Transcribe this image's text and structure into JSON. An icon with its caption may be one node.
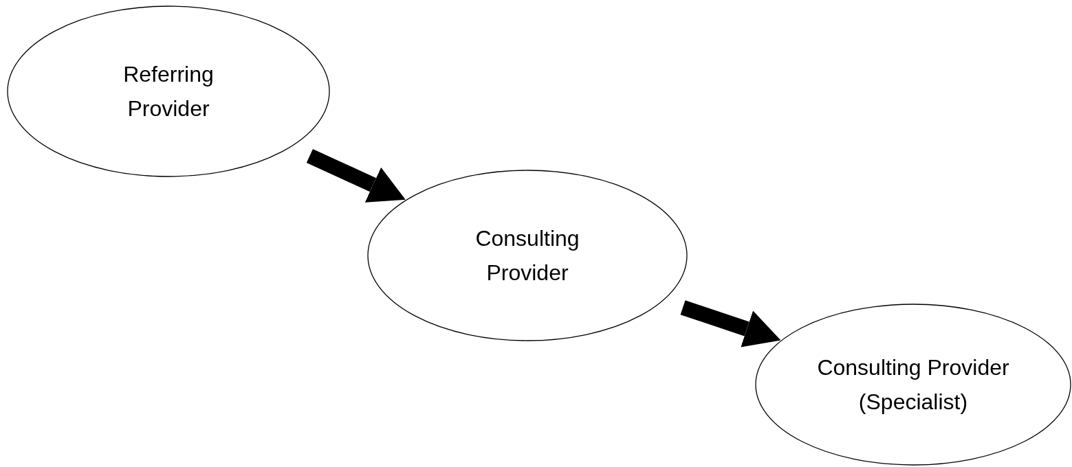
{
  "diagram": {
    "nodes": [
      {
        "text": [
          "Referring Provider"
        ]
      },
      {
        "text": [
          "Consulting Provider"
        ]
      },
      {
        "text": [
          "Consulting Provider (Specialist)"
        ]
      }
    ],
    "edges": [
      {
        "from": 0,
        "to": 1,
        "arrow": "to"
      },
      {
        "from": 1,
        "to": 2,
        "arrow": "to"
      }
    ]
  }
}
